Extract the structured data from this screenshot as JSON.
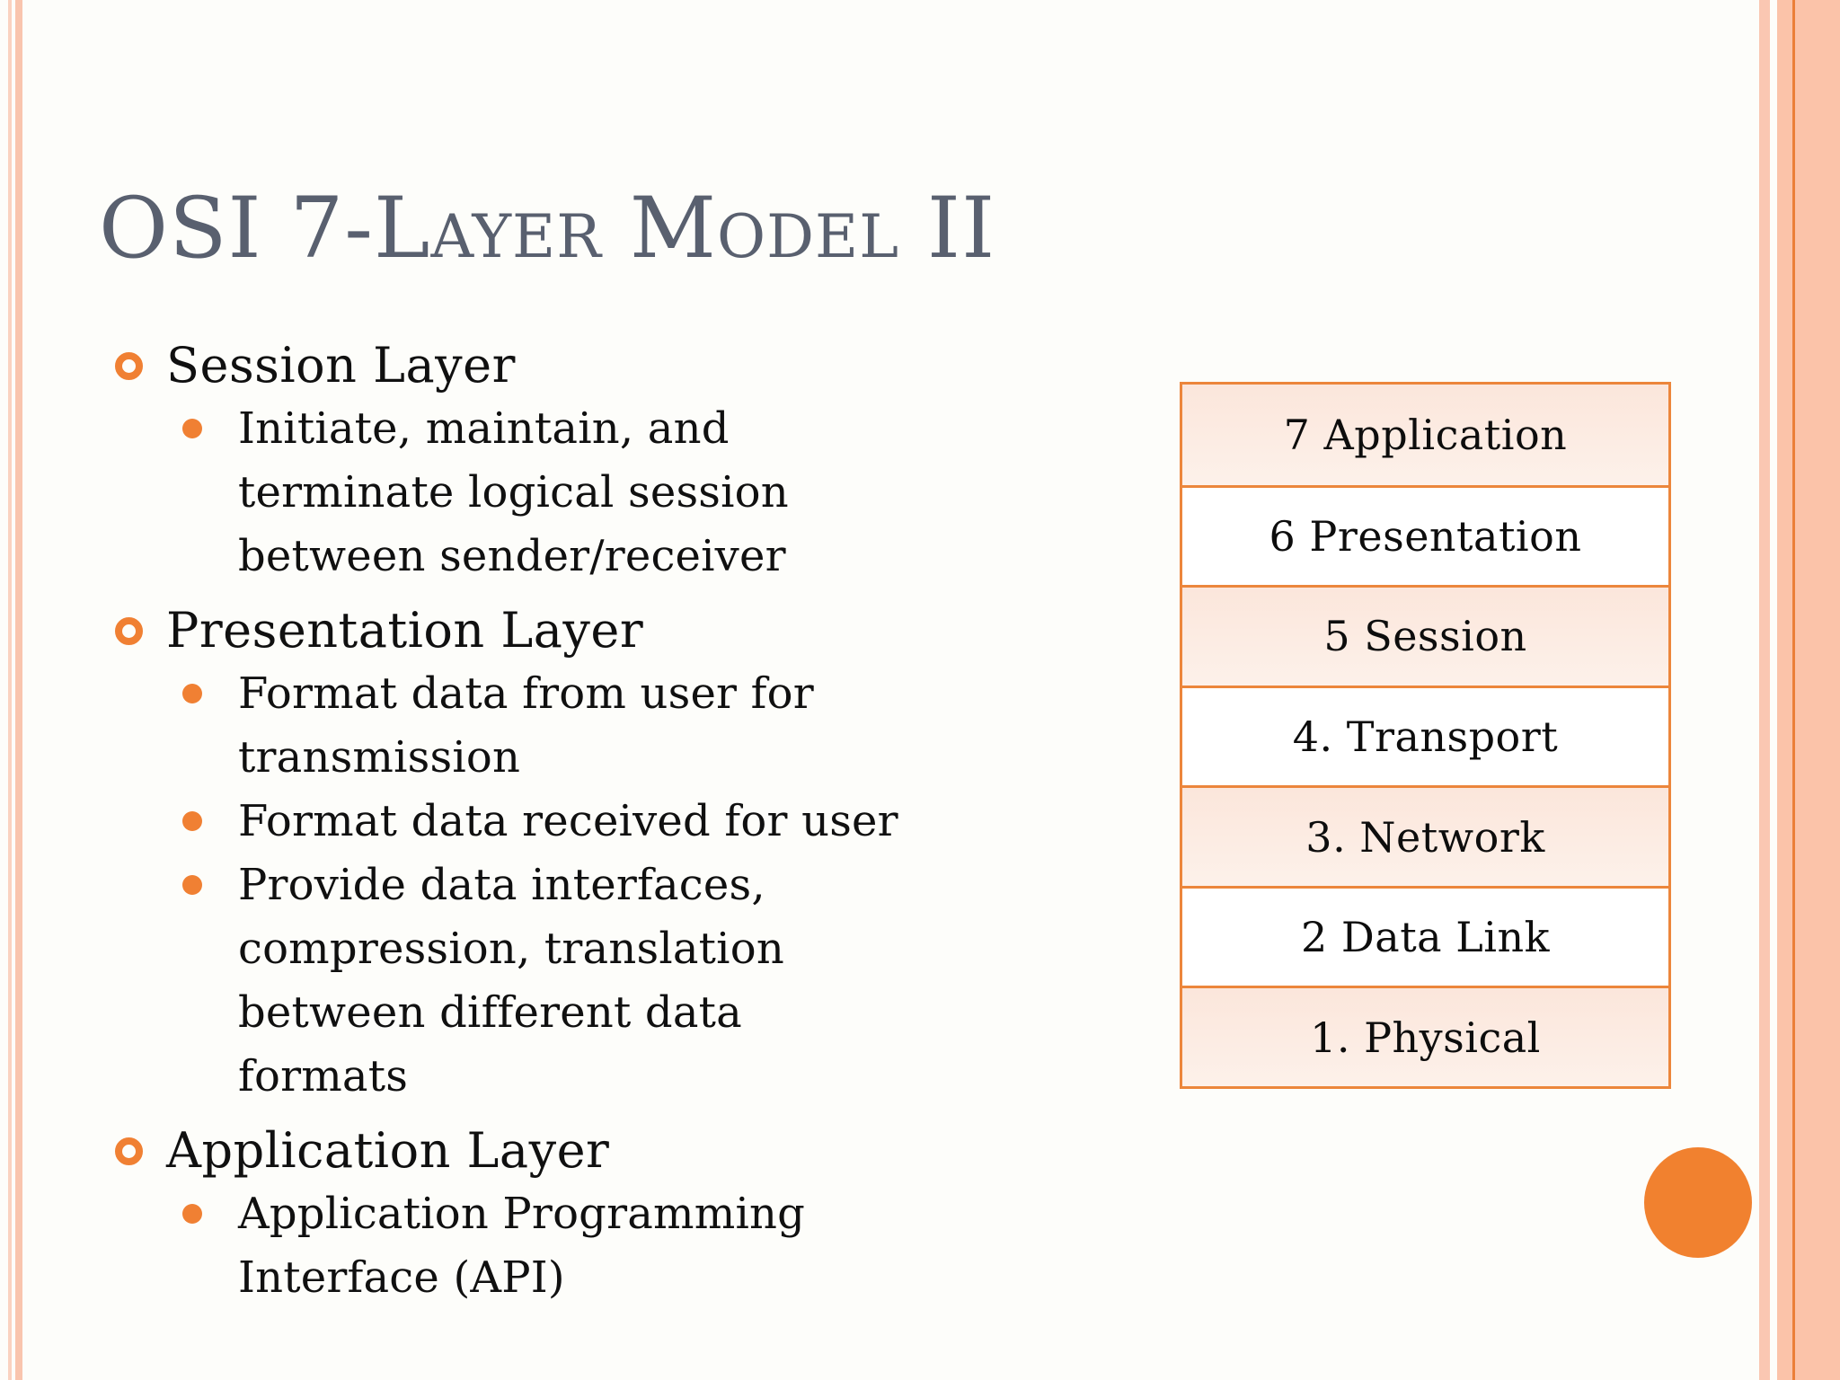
{
  "slide": {
    "title": "OSI 7-Layer Model II",
    "bullets": [
      {
        "level": 1,
        "label": "Session Layer"
      },
      {
        "level": 2,
        "lines": [
          "Initiate, maintain, and",
          "terminate logical session",
          "between sender/receiver"
        ]
      },
      {
        "level": 1,
        "label": "Presentation Layer"
      },
      {
        "level": 2,
        "lines": [
          "Format data from user for",
          "transmission"
        ]
      },
      {
        "level": 2,
        "lines": [
          "Format data received for user"
        ]
      },
      {
        "level": 2,
        "lines": [
          "Provide data interfaces,",
          "compression, translation",
          "between different data",
          "formats"
        ]
      },
      {
        "level": 1,
        "label": "Application Layer"
      },
      {
        "level": 2,
        "lines": [
          "Application Programming",
          "Interface (API)"
        ]
      }
    ],
    "osi_table": {
      "rows": [
        "7 Application",
        "6 Presentation",
        "5 Session",
        "4. Transport",
        "3. Network",
        "2 Data Link",
        "1. Physical"
      ]
    },
    "colors": {
      "title_gray": "#59606F",
      "bullet_orange": "#F08033",
      "table_border_orange": "#EC863C",
      "table_row_pink": "#FBE6DB",
      "side_stripe_salmon": "#F9C5AE",
      "right_accent_line": "#EB7F39",
      "corner_circle_orange": "#F1812F",
      "body_text": "#101010"
    }
  }
}
